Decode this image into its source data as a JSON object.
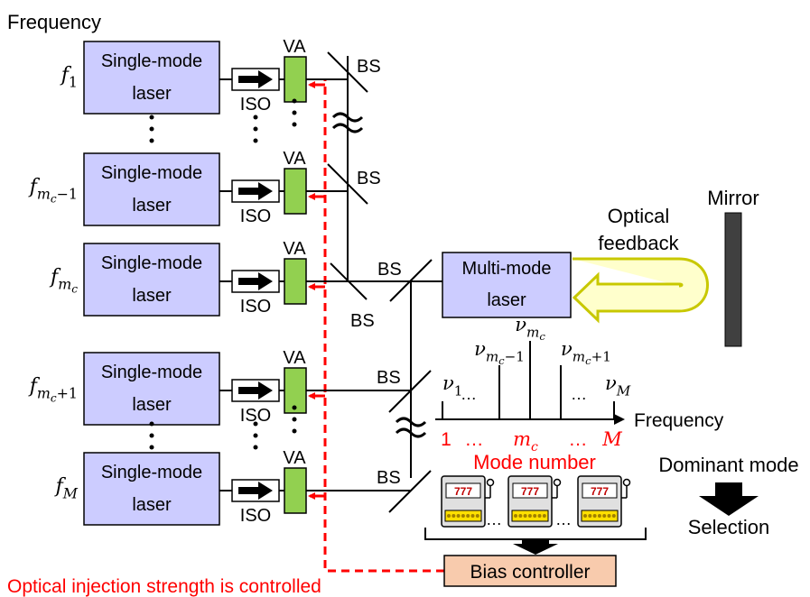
{
  "labels": {
    "frequency_axis": "Frequency",
    "single_mode": [
      "Single-mode",
      "laser"
    ],
    "iso": "ISO",
    "va": "VA",
    "bs": "BS",
    "multi_mode": [
      "Multi-mode",
      "laser"
    ],
    "mirror": "Mirror",
    "optical_feedback": [
      "Optical",
      "feedback"
    ],
    "spectrum_axis": "Frequency",
    "mode_number": "Mode number",
    "dominant_mode": "Dominant mode",
    "selection": "Selection",
    "bias_controller": "Bias controller",
    "control_caption": "Optical injection strength is controlled",
    "slot_display": "777",
    "dots_h": "…",
    "dots_v": "⋮"
  },
  "lasers": [
    {
      "freq": "f",
      "sub": "1"
    },
    {
      "freq": "f",
      "sub": "mc−1"
    },
    {
      "freq": "f",
      "sub": "mc"
    },
    {
      "freq": "f",
      "sub": "mc+1"
    },
    {
      "freq": "f",
      "sub": "M"
    }
  ],
  "modes": {
    "nu": "ν",
    "labels": [
      "1",
      "mc−1",
      "mc",
      "mc+1",
      "M"
    ],
    "axis_ticks": [
      "1",
      "…",
      "mc",
      "…",
      "M"
    ]
  },
  "colors": {
    "laser_box": "#ccccff",
    "va_box": "#92d050",
    "control_line": "#ff0000",
    "bias_box": "#f8cbad",
    "feedback_fill": "#ffffcc",
    "feedback_stroke": "#c8c800",
    "mirror": "#404040",
    "red_text": "#ff0000"
  }
}
